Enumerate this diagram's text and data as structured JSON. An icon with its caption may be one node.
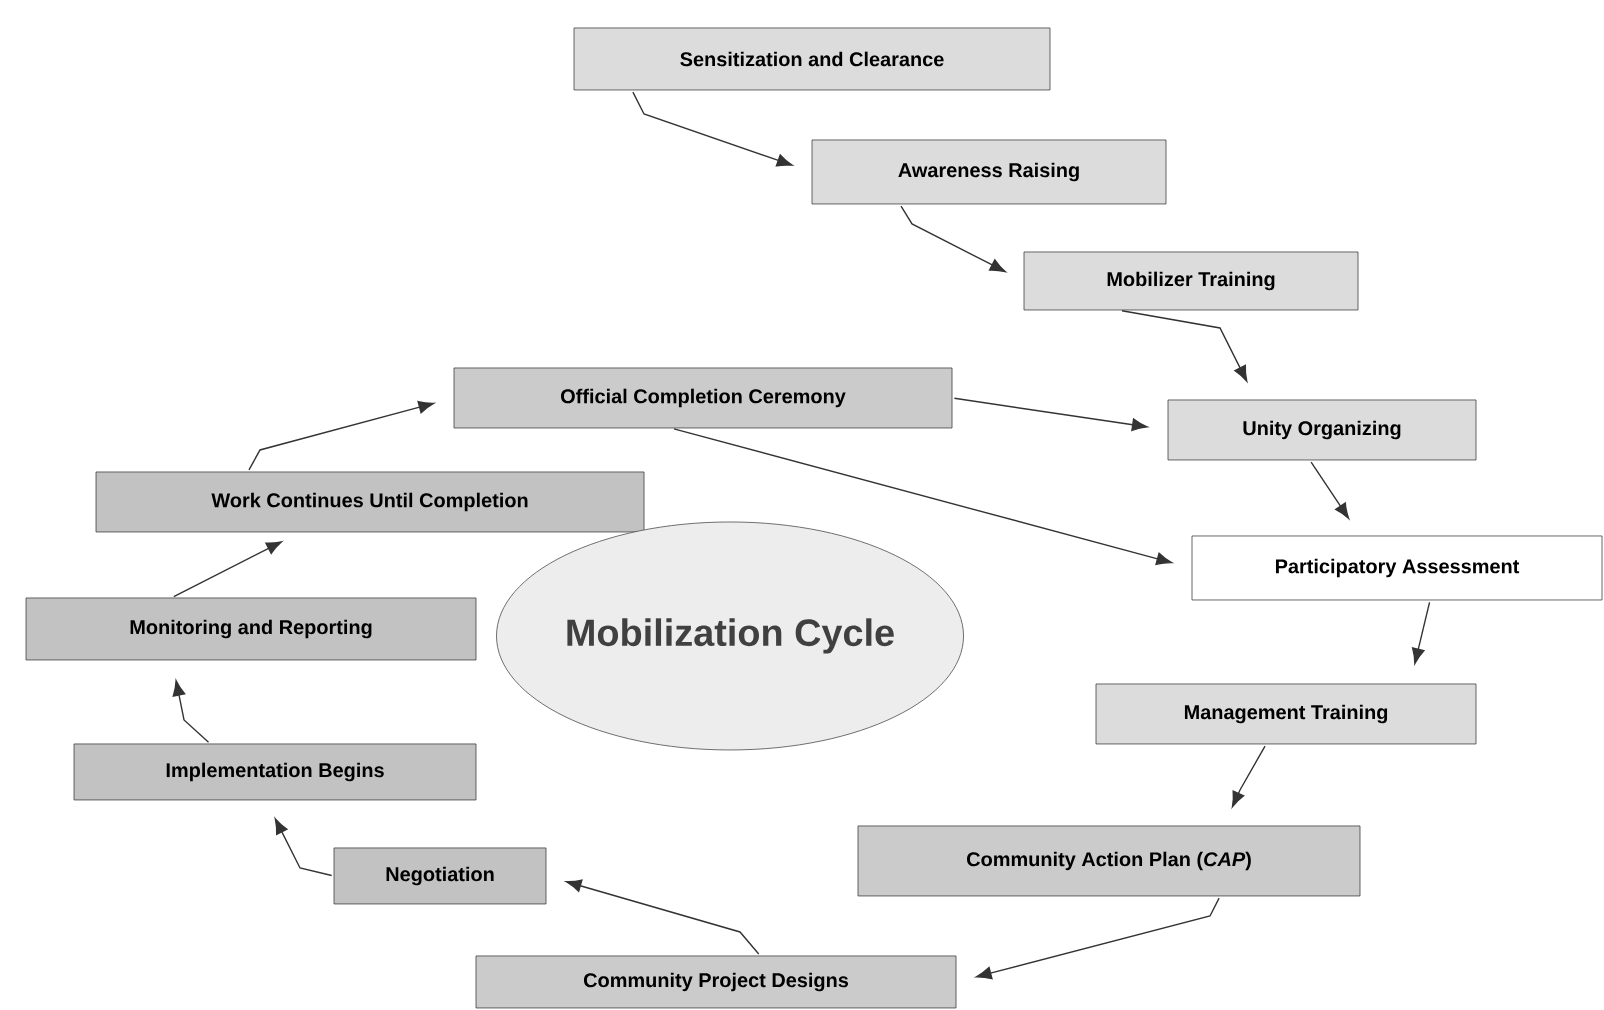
{
  "diagram": {
    "nodes": [
      {
        "text": [
          "Sensitization and Clearance"
        ]
      },
      {
        "text": [
          "Awareness Raising"
        ]
      },
      {
        "text": [
          "Mobilizer Training"
        ]
      },
      {
        "text": [
          "Official Completion Ceremony"
        ]
      },
      {
        "text": [
          "Unity Organizing"
        ]
      },
      {
        "text": [
          "Participatory Assessment"
        ]
      },
      {
        "text": [
          "Work Continues Until Completion"
        ]
      },
      {
        "text": [
          "Mobilization Cycle"
        ]
      },
      {
        "text": [
          "Monitoring and Reporting"
        ]
      },
      {
        "text": [
          "Management Training"
        ]
      },
      {
        "text": [
          "Implementation Begins"
        ]
      },
      {
        "text": [
          "Community Action Plan (*CAP*)"
        ]
      },
      {
        "text": [
          "Negotiation"
        ]
      },
      {
        "text": [
          "Community Project Designs"
        ]
      }
    ],
    "edges": [
      {
        "from": 0,
        "to": 1,
        "arrow": "to"
      },
      {
        "from": 1,
        "to": 2,
        "arrow": "to"
      },
      {
        "from": 2,
        "to": 4,
        "arrow": "to"
      },
      {
        "from": 3,
        "to": 4,
        "arrow": "to"
      },
      {
        "from": 3,
        "to": 5,
        "arrow": "to"
      },
      {
        "from": 4,
        "to": 5,
        "arrow": "to"
      },
      {
        "from": 5,
        "to": 9,
        "arrow": "to"
      },
      {
        "from": 9,
        "to": 11,
        "arrow": "to"
      },
      {
        "from": 11,
        "to": 13,
        "arrow": "to"
      },
      {
        "from": 13,
        "to": 12,
        "arrow": "to"
      },
      {
        "from": 12,
        "to": 10,
        "arrow": "to"
      },
      {
        "from": 10,
        "to": 8,
        "arrow": "to"
      },
      {
        "from": 8,
        "to": 6,
        "arrow": "to"
      },
      {
        "from": 6,
        "to": 3,
        "arrow": "to"
      }
    ]
  }
}
